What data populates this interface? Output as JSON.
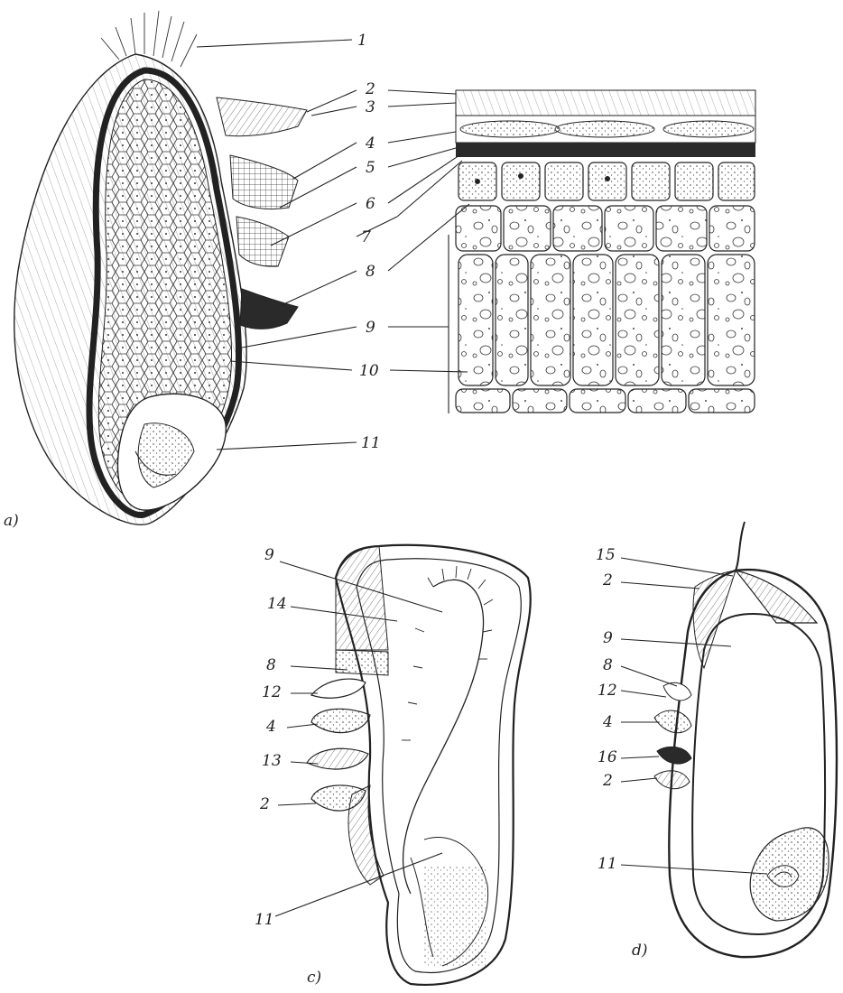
{
  "panels": {
    "a": "a)",
    "c": "c)",
    "d": "d)"
  },
  "labels_a": [
    "1",
    "2",
    "3",
    "4",
    "5",
    "6",
    "7",
    "8",
    "9",
    "10",
    "11"
  ],
  "labels_c": [
    "9",
    "14",
    "8",
    "12",
    "4",
    "13",
    "2",
    "11"
  ],
  "labels_d": [
    "15",
    "2",
    "9",
    "8",
    "12",
    "4",
    "16",
    "2",
    "11"
  ],
  "colors": {
    "ink": "#222222",
    "paper": "#ffffff"
  }
}
